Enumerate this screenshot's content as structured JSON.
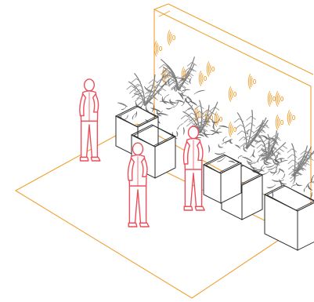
{
  "scene": {
    "kind": "isometric line drawing",
    "colors": {
      "background": "#ffffff",
      "floor_and_wall_lines": "#f0a030",
      "sound_wave_icons": "#f2a640",
      "people_outline": "#ee4e5a",
      "planters_outline": "#2b2b2b",
      "planters_fill": "#ffffff",
      "foliage": "#8c8c8c",
      "foliage_dark": "#6e6e6e"
    },
    "people_count": 3,
    "planter_count": 5,
    "sound_icon_count": 16,
    "icons": {
      "sound_wave": "sound-wave-icon",
      "person": "person-icon",
      "planter": "planter-icon"
    }
  }
}
